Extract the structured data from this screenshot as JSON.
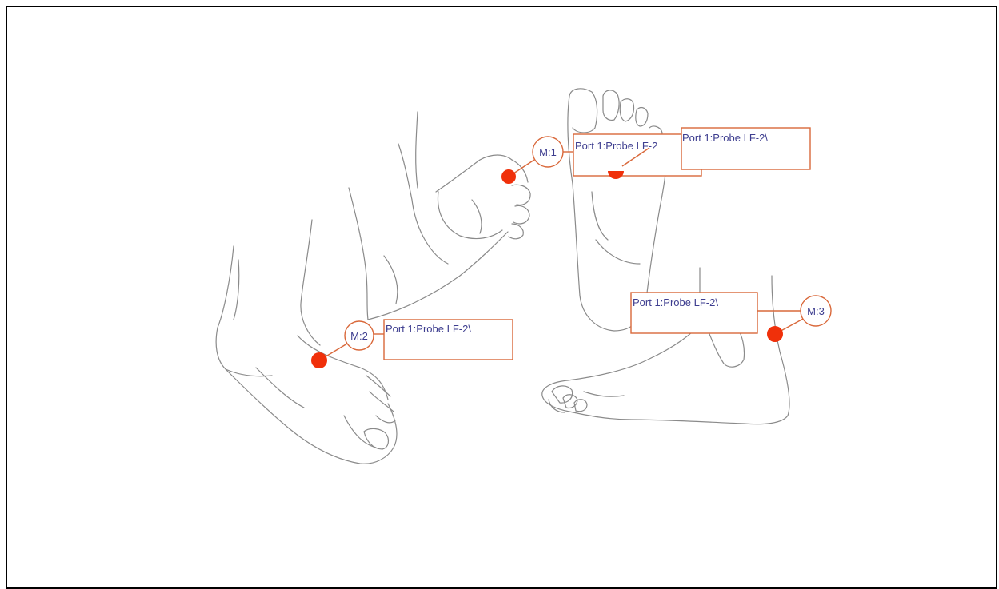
{
  "colors": {
    "marker": "#d9683a",
    "dot": "#f0300a",
    "text": "#3d3d8f",
    "outline": "#8a8a8a"
  },
  "markers": [
    {
      "id": "M:1",
      "probe": "Port 1:Probe LF-2"
    },
    {
      "id": "M:2",
      "probe": "Port 1:Probe LF-2\\"
    },
    {
      "id": "M:3",
      "probe": "Port 1:Probe LF-2\\"
    }
  ],
  "extra_label": "Port 1:Probe LF-2\\"
}
